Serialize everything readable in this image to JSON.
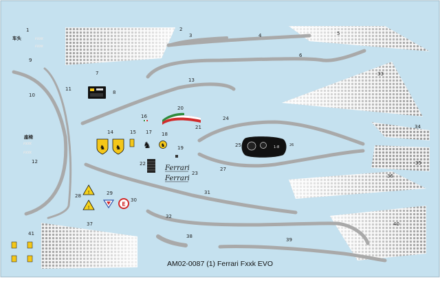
{
  "sheet": {
    "caption": "AM02-0087 (1) Ferrari Fxxk EVO",
    "background": "#c5e1ef",
    "border": "#9cb7c4",
    "stripe_color": "#a9a9a9"
  },
  "labels": {
    "front": "车头",
    "seat": "座椅",
    "brand_logo": "FXXK",
    "ferrari_1": "Ferrari",
    "ferrari_2": "Ferrari",
    "race_number": "1-8"
  },
  "part_numbers": [
    "1",
    "2",
    "3",
    "4",
    "5",
    "6",
    "7",
    "8",
    "9",
    "10",
    "11",
    "12",
    "13",
    "14",
    "15",
    "16",
    "17",
    "18",
    "19",
    "20",
    "21",
    "22",
    "23",
    "24",
    "25",
    "26",
    "27",
    "28",
    "29",
    "30",
    "31",
    "32",
    "33",
    "34",
    "35",
    "36",
    "37",
    "38",
    "39",
    "40",
    "41"
  ],
  "colors": {
    "italian_green": "#2e8b3d",
    "italian_red": "#d12a2a",
    "shield_yellow": "#f4c719",
    "warning_yellow": "#f6d21a",
    "black": "#111111"
  }
}
